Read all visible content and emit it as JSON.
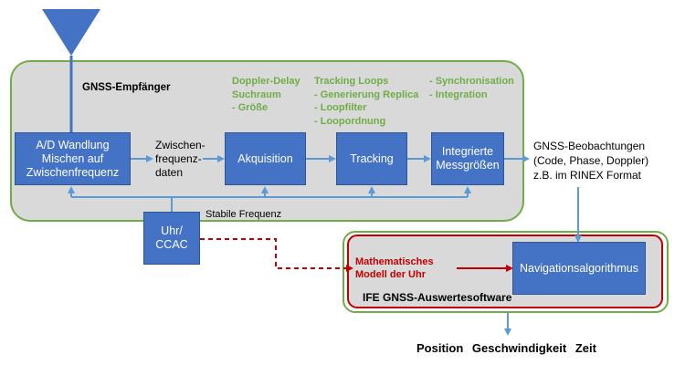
{
  "receiver": {
    "title": "GNSS-Empfänger",
    "boxes": {
      "adc": [
        "A/D Wandlung",
        "Mischen auf",
        "Zwischenfrequenz"
      ],
      "acquisition": [
        "Akquisition"
      ],
      "tracking": [
        "Tracking"
      ],
      "measurements": [
        "Integrierte",
        "Messgrößen"
      ],
      "clock": [
        "Uhr/",
        "CCAC"
      ]
    },
    "intermediate_label": [
      "Zwischen-",
      "frequenz-",
      "daten"
    ],
    "acquisition_notes": [
      "Doppler-Delay",
      "Suchraum",
      "- Größe"
    ],
    "tracking_notes": [
      "Tracking Loops",
      "- Generierung Replica",
      "- Loopfilter",
      "- Loopordnung"
    ],
    "measurement_notes": [
      "- Synchronisation",
      "- Integration"
    ],
    "stable_frequency_label": "Stabile Frequenz"
  },
  "observations": [
    "GNSS-Beobachtungen",
    "(Code, Phase, Doppler)",
    "z.B. im RINEX Format"
  ],
  "software": {
    "title": "IFE GNSS-Auswertesoftware",
    "clock_model": [
      "Mathematisches",
      "Modell der Uhr"
    ],
    "navigation": "Navigationsalgorithmus"
  },
  "outputs": [
    "Position",
    "Geschwindigkeit",
    "Zeit"
  ],
  "colors": {
    "box_blue": "#4472c4",
    "panel_gray": "#d9d9d9",
    "frame_green": "#70ad47",
    "accent_red": "#c00000",
    "arrow_blue": "#5b9bd5"
  },
  "icons": {
    "antenna": "antenna-triangle-icon"
  }
}
